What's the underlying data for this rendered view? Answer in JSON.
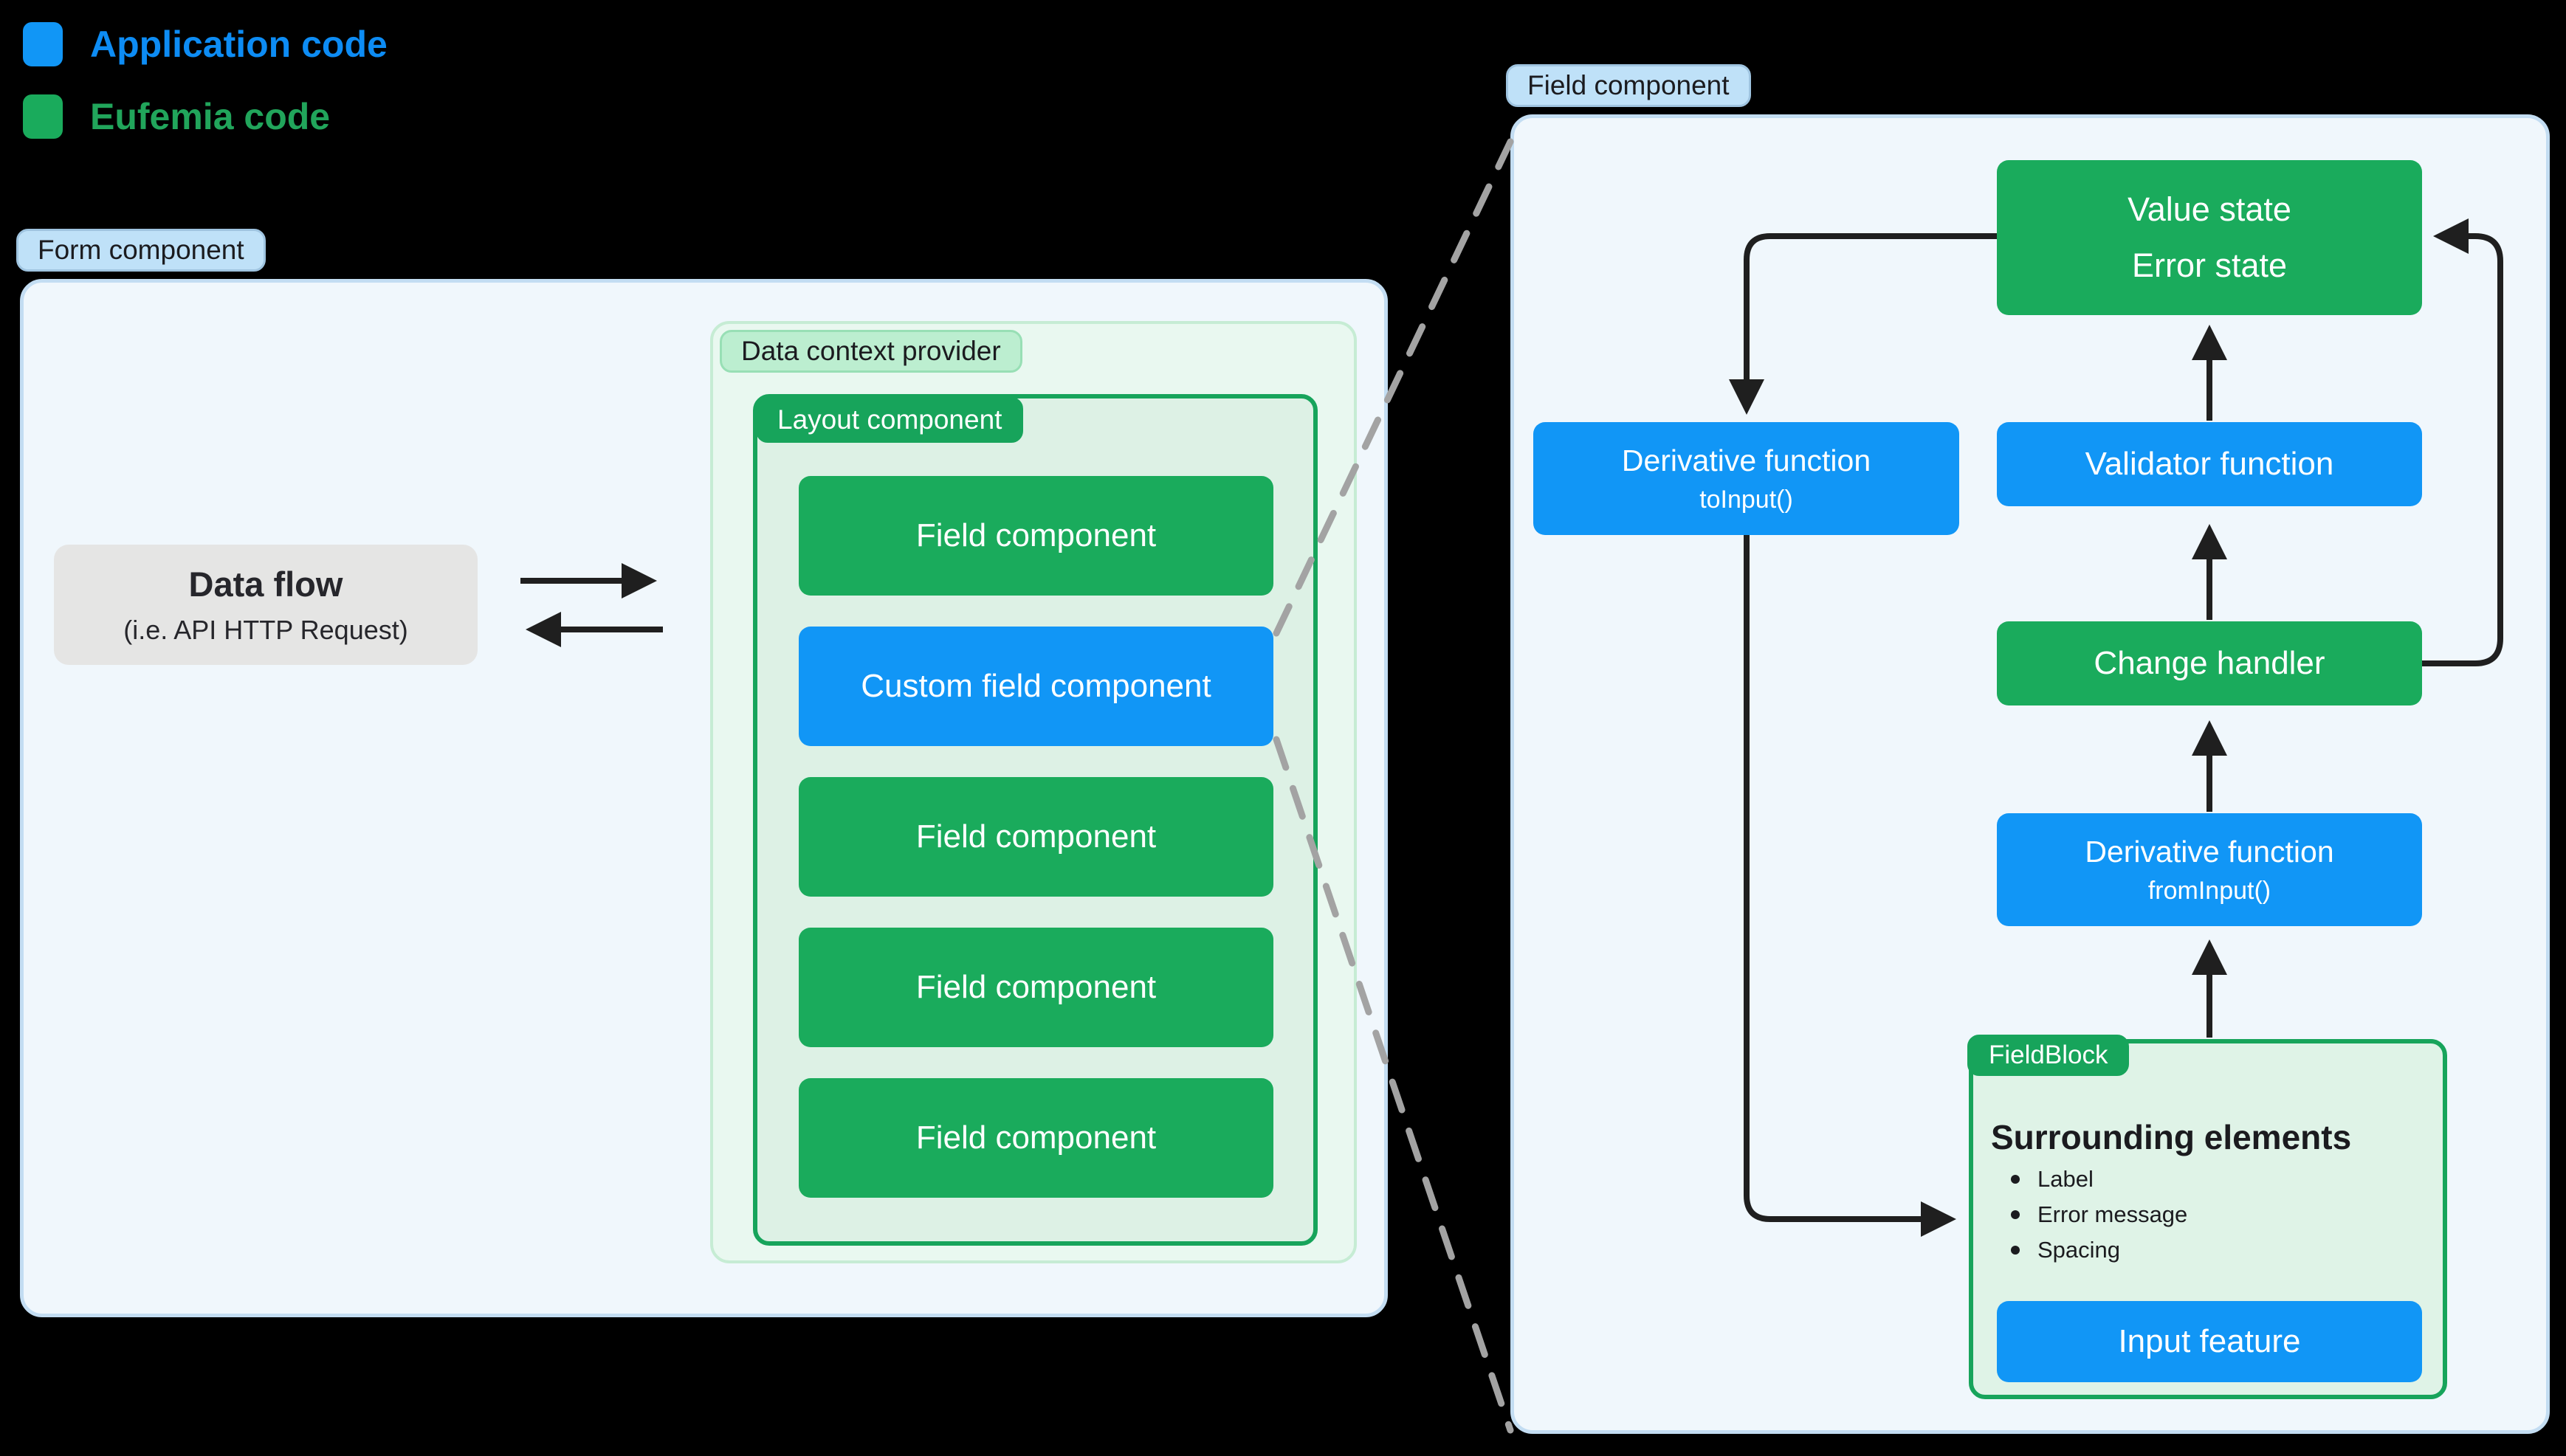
{
  "legend": {
    "items": [
      {
        "label": "Application code",
        "swatch": "blue-swatch"
      },
      {
        "label": "Eufemia code",
        "swatch": "green-swatch"
      }
    ]
  },
  "form_section": {
    "badge": "Form component",
    "data_flow": {
      "title": "Data flow",
      "subtitle": "(i.e. API HTTP Request)"
    },
    "data_context": {
      "badge": "Data context provider",
      "layout": {
        "badge": "Layout component",
        "boxes": [
          {
            "label": "Field component",
            "type": "green"
          },
          {
            "label": "Custom field component",
            "type": "blue"
          },
          {
            "label": "Field component",
            "type": "green"
          },
          {
            "label": "Field component",
            "type": "green"
          },
          {
            "label": "Field component",
            "type": "green"
          }
        ]
      }
    }
  },
  "field_section": {
    "badge": "Field component",
    "value_state": {
      "line1": "Value state",
      "line2": "Error state"
    },
    "derivative_to": {
      "title": "Derivative function",
      "subtitle": "toInput()"
    },
    "validator": {
      "label": "Validator function"
    },
    "change_handler": {
      "label": "Change handler"
    },
    "derivative_from": {
      "title": "Derivative function",
      "subtitle": "fromInput()"
    },
    "field_block": {
      "badge": "FieldBlock",
      "heading": "Surrounding elements",
      "bullets": [
        "Label",
        "Error message",
        "Spacing"
      ],
      "input_feature": "Input feature"
    }
  },
  "colors": {
    "blue": "#1196f6",
    "green": "#1aab5c",
    "blue_text": "#0d8cf4",
    "green_text": "#21a55b",
    "panel_bg": "#f0f7fc",
    "panel_border": "#c3ddf2",
    "badge_blue_bg": "#bfe1f8",
    "dcp_bg": "#e9f8f0",
    "inner_green_bg": "#ddf1e5",
    "fieldblock_bg": "#dff3e7",
    "green_strong": "#17a45b",
    "gray_box": "#e5e5e4",
    "arrow": "#1f1f1f",
    "dash": "#a3a3a3",
    "background": "#000000"
  }
}
